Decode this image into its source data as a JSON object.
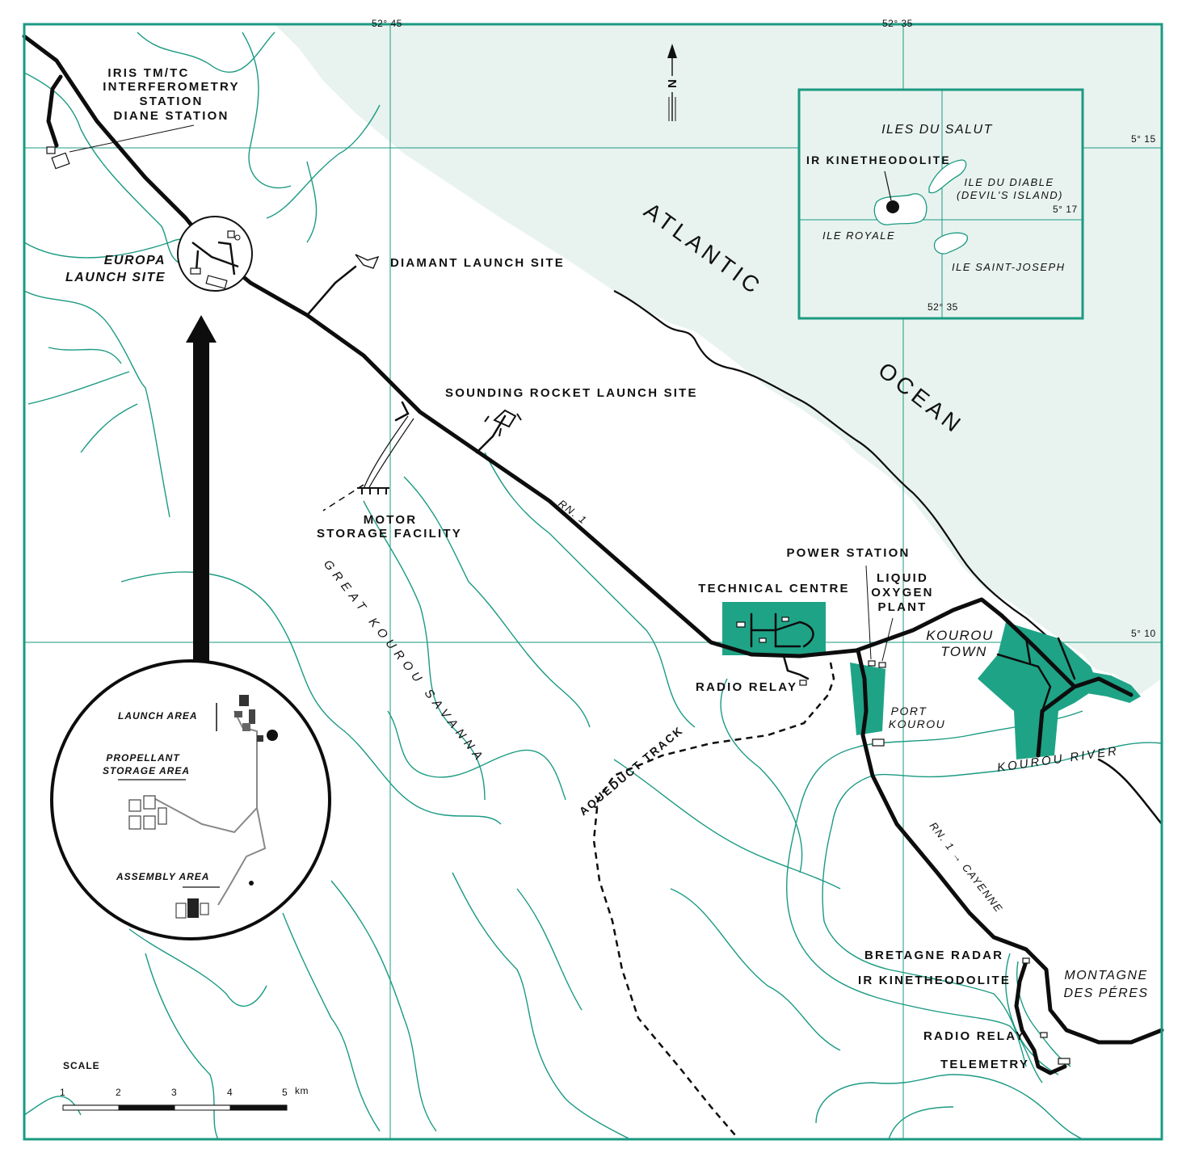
{
  "map": {
    "labels": {
      "iris_l1": "IRIS TM/TC",
      "iris_l2": "INTERFEROMETRY",
      "iris_l3": "STATION",
      "diane": "DIANE STATION",
      "europa_l1": "EUROPA",
      "europa_l2": "LAUNCH SITE",
      "diamant": "DIAMANT LAUNCH SITE",
      "sounding": "SOUNDING ROCKET LAUNCH SITE",
      "motor_l1": "MOTOR",
      "motor_l2": "STORAGE FACILITY",
      "rn1": "RN. 1",
      "savanna": "GREAT KOUROU SAVANNA",
      "technical": "TECHNICAL CENTRE",
      "power": "POWER STATION",
      "lox_l1": "LIQUID",
      "lox_l2": "OXYGEN",
      "lox_l3": "PLANT",
      "kourou_town_l1": "KOUROU",
      "kourou_town_l2": "TOWN",
      "radio_relay_1": "RADIO RELAY",
      "port_l1": "PORT",
      "port_l2": "KOUROU",
      "kourou_river": "KOUROU RIVER",
      "aqueduct": "AQUEDUCT TRACK",
      "rn1_cayenne": "RN. 1 → CAYENNE",
      "bretagne": "BRETAGNE RADAR",
      "ir_kine": "IR KINETHEODOLITE",
      "montagne_l1": "MONTAGNE",
      "montagne_l2": "DES PÉRES",
      "radio_relay_2": "RADIO RELAY",
      "telemetry": "TELEMETRY",
      "atlantic": "ATLANTIC",
      "ocean": "OCEAN",
      "north": "N"
    },
    "grid": {
      "top_left": "52° 45",
      "top_right": "52° 35",
      "right_upper": "5° 15",
      "right_lower": "5° 10"
    },
    "inset": {
      "title": "ILES DU SALUT",
      "ir_kine": "IR KINETHEODOLITE",
      "diable_l1": "ILE DU DIABLE",
      "diable_l2": "(DEVIL'S ISLAND)",
      "royale": "ILE ROYALE",
      "joseph": "ILE SAINT-JOSEPH",
      "lat": "5° 17",
      "lon": "52° 35"
    },
    "detail": {
      "launch_area": "LAUNCH AREA",
      "propellant_l1": "PROPELLANT",
      "propellant_l2": "STORAGE AREA",
      "assembly": "ASSEMBLY AREA"
    },
    "scale": {
      "title": "SCALE",
      "ticks": [
        "1",
        "2",
        "3",
        "4",
        "5"
      ],
      "unit": "km"
    },
    "colors": {
      "water": "#e8f3ef",
      "river": "#1b9a82",
      "built_area": "#1fa386",
      "road": "#0d0d0d"
    }
  }
}
